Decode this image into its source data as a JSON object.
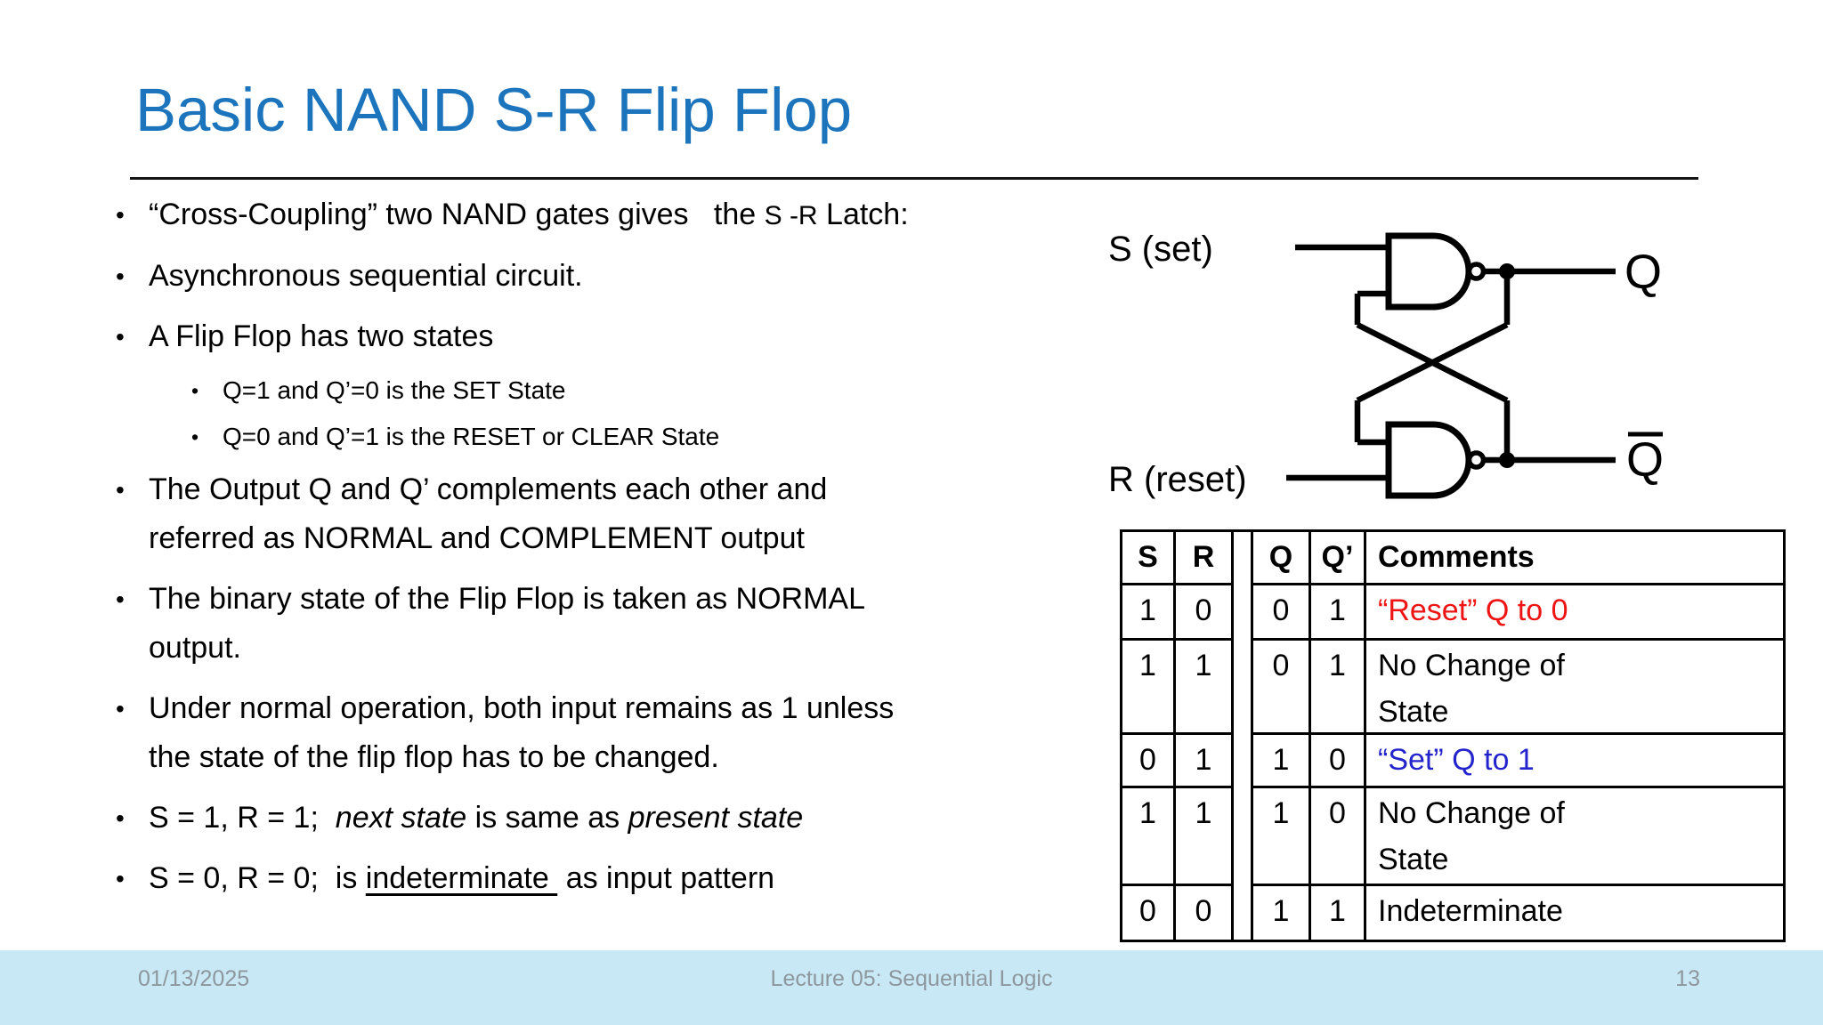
{
  "slide": {
    "title": "Basic NAND S-R Flip Flop"
  },
  "bullets": [
    {
      "level": 1,
      "segments": [
        {
          "t": "“Cross-Coupling” two NAND gates gives   the "
        },
        {
          "t": "S -R",
          "style": "small"
        },
        {
          "t": " Latch:"
        }
      ]
    },
    {
      "level": 1,
      "segments": [
        {
          "t": "Asynchronous sequential circuit."
        }
      ]
    },
    {
      "level": 1,
      "segments": [
        {
          "t": "A Flip Flop has two states"
        }
      ]
    },
    {
      "level": 2,
      "segments": [
        {
          "t": "Q=1 and Q’=0 is the SET State"
        }
      ]
    },
    {
      "level": 2,
      "segments": [
        {
          "t": "Q=0 and Q’=1 is the RESET or CLEAR State"
        }
      ]
    },
    {
      "level": 1,
      "segments": [
        {
          "t": "The Output Q and Q’ complements each other and\nreferred as NORMAL and COMPLEMENT output"
        }
      ]
    },
    {
      "level": 1,
      "segments": [
        {
          "t": "The binary state of the Flip Flop is taken as NORMAL\noutput."
        }
      ]
    },
    {
      "level": 1,
      "segments": [
        {
          "t": "Under normal operation, both input remains as 1 unless\nthe state of the flip flop has to be changed."
        }
      ]
    },
    {
      "level": 1,
      "segments": [
        {
          "t": "S = 1, R = 1;  "
        },
        {
          "t": "next state",
          "style": "italic"
        },
        {
          "t": " is same as "
        },
        {
          "t": "present state",
          "style": "italic"
        }
      ]
    },
    {
      "level": 1,
      "segments": [
        {
          "t": "S = 0, R = 0;  is "
        },
        {
          "t": "indeterminate ",
          "style": "underline"
        },
        {
          "t": " as input pattern"
        }
      ]
    }
  ],
  "circuit": {
    "s_label": "S (set)",
    "r_label": "R (reset)",
    "q_label": "Q",
    "q_bar_label": "Q"
  },
  "table": {
    "headers": {
      "s": "S",
      "r": "R",
      "q": "Q",
      "qp": "Q’",
      "comments": "Comments"
    },
    "rows": [
      {
        "s": "1",
        "r": "0",
        "q": "0",
        "qp": "1",
        "comment": "“Reset” Q to 0",
        "color": "red"
      },
      {
        "s": "1",
        "r": "1",
        "q": "0",
        "qp": "1",
        "comment": "No Change of\nState",
        "color": "black"
      },
      {
        "s": "0",
        "r": "1",
        "q": "1",
        "qp": "0",
        "comment": "“Set” Q to 1",
        "color": "blue"
      },
      {
        "s": "1",
        "r": "1",
        "q": "1",
        "qp": "0",
        "comment": "No Change of\nState",
        "color": "black"
      },
      {
        "s": "0",
        "r": "0",
        "q": "1",
        "qp": "1",
        "comment": "Indeterminate",
        "color": "black"
      }
    ]
  },
  "footer": {
    "date": "01/13/2025",
    "center": "Lecture 05: Sequential Logic",
    "page": "13"
  }
}
